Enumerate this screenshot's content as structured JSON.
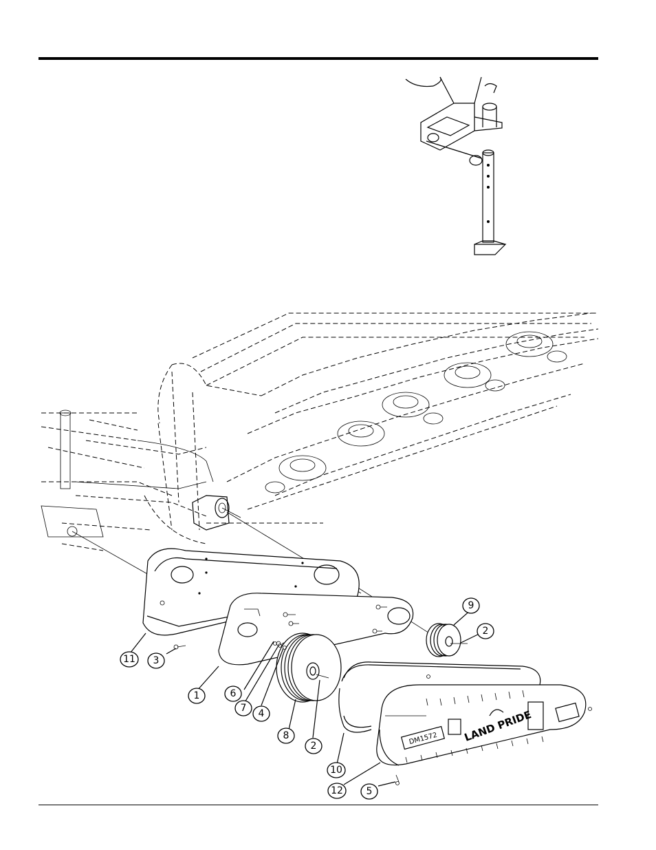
{
  "callouts": [
    "1",
    "2",
    "2",
    "3",
    "4",
    "5",
    "6",
    "7",
    "8",
    "9",
    "10",
    "11",
    "12"
  ],
  "decal": {
    "brand": "LAND PRIDE",
    "model": "DM1572"
  }
}
